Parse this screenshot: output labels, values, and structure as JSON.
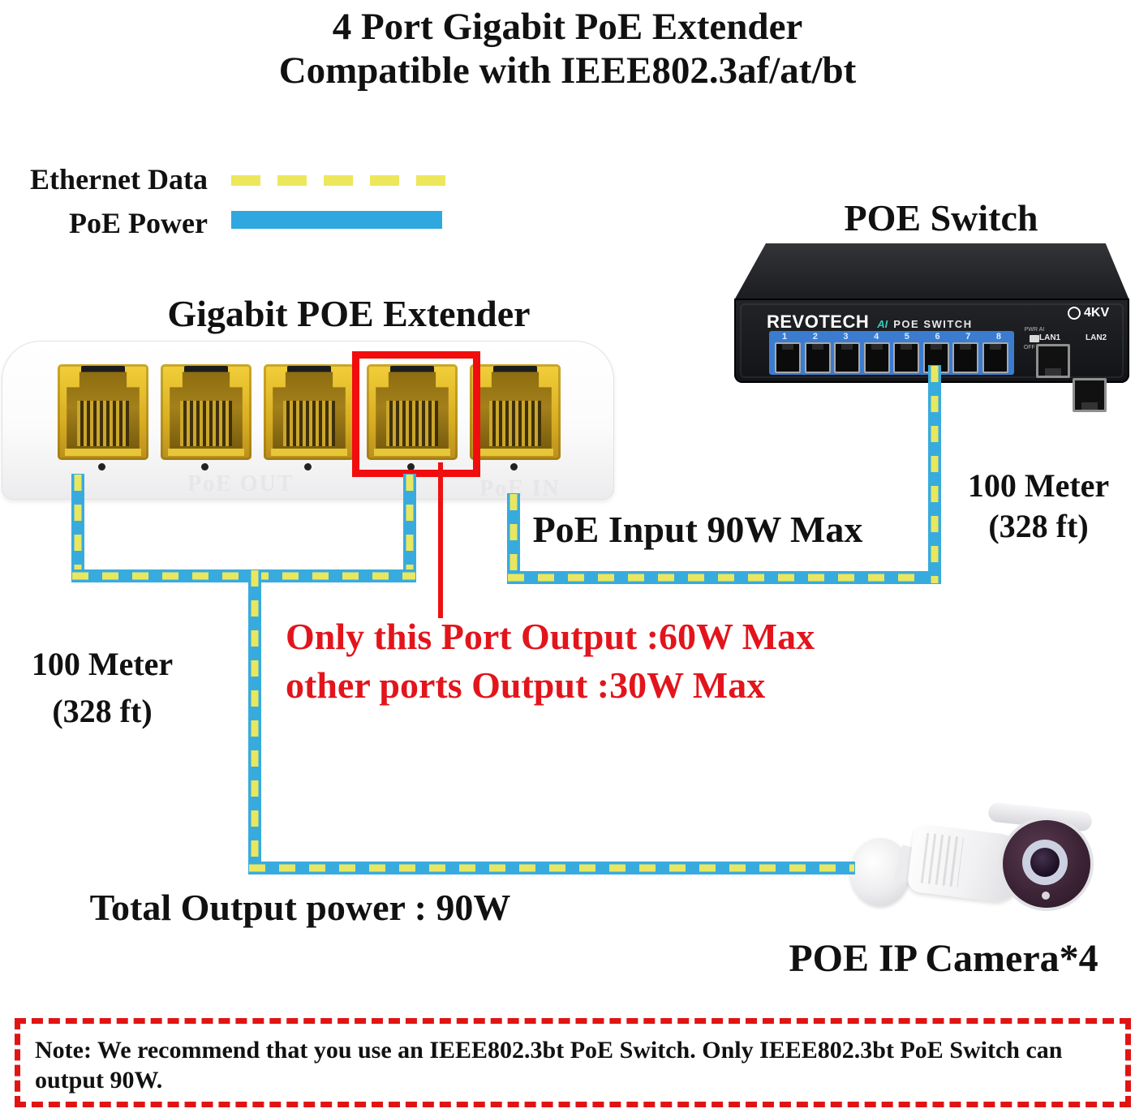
{
  "title": {
    "line1": "4 Port Gigabit PoE Extender",
    "line2": "Compatible with IEEE802.3af/at/bt"
  },
  "legend": {
    "ethernet_label": "Ethernet Data",
    "poe_label": "PoE Power"
  },
  "extender": {
    "heading": "Gigabit POE Extender",
    "faint_label_out": "PoE OUT",
    "faint_label_in": "PoE IN"
  },
  "poe_switch": {
    "heading": "POE Switch",
    "brand": "REVOTECH",
    "brand_ai": "AI",
    "brand_model": "POE SWITCH",
    "badge": "4KV",
    "ports": [
      "1",
      "2",
      "3",
      "4",
      "5",
      "6",
      "7",
      "8"
    ],
    "led_labels": "PWR  AI",
    "power_labels": "OFF ON",
    "lan1": "LAN1",
    "lan2": "LAN2"
  },
  "annotations": {
    "poe_input": "PoE Input 90W Max",
    "dist_right_line1": "100 Meter",
    "dist_right_line2": "(328 ft)",
    "dist_left_line1": "100 Meter",
    "dist_left_line2": "(328 ft)",
    "only_port_line1": "Only this Port Output :60W Max",
    "only_port_line2": "other ports Output :30W Max",
    "total_output": "Total Output power : 90W",
    "camera_label": "POE IP Camera*4"
  },
  "note": {
    "text": "Note: We recommend that you use an IEEE802.3bt PoE Switch. Only IEEE802.3bt PoE Switch can output 90W."
  },
  "colors": {
    "cable_blue": "#38ABDE",
    "dash_yellow": "#E9E75F",
    "highlight_red": "#F10D0D",
    "text_red": "#E2151C",
    "port_strip_blue": "#3B7CD0"
  }
}
